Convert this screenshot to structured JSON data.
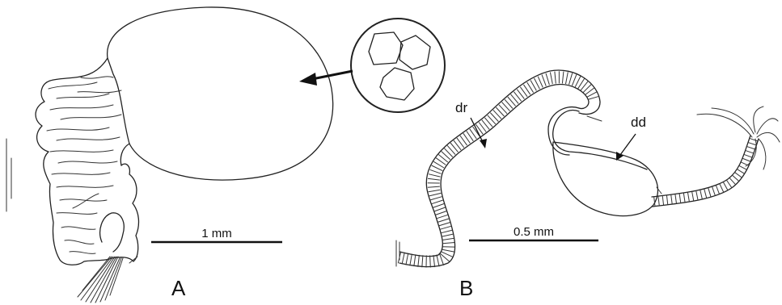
{
  "panels": [
    {
      "id": "A",
      "letter": "A",
      "scale_label": "1 mm"
    },
    {
      "id": "B",
      "letter": "B",
      "scale_label": "0.5 mm"
    }
  ],
  "labels": {
    "dr": "dr",
    "dd": "dd"
  },
  "colors": {
    "ink": "#222222",
    "background": "#ffffff"
  }
}
